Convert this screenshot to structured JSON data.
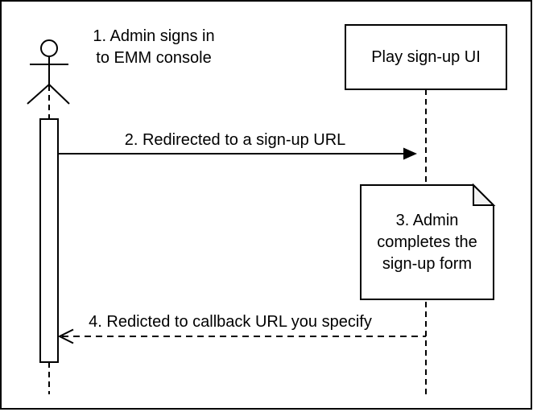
{
  "diagram": {
    "kind": "sequence-diagram",
    "colors": {
      "stroke": "#000000",
      "background": "#ffffff",
      "note_fill": "#ffffff",
      "note_fold_fill": "#f2f2f2"
    },
    "participants": {
      "admin_actor": {
        "shape": "stick-figure",
        "label": ""
      },
      "play_signup_ui": {
        "shape": "rectangle",
        "label": "Play sign-up UI"
      }
    },
    "steps": {
      "step1": {
        "type": "annotation",
        "text": "1. Admin signs in\nto EMM console"
      },
      "step2": {
        "type": "solid-arrow-message",
        "text": "2. Redirected to a sign-up URL"
      },
      "step3": {
        "type": "note",
        "text": "3. Admin\ncompletes the\nsign-up form"
      },
      "step4": {
        "type": "dashed-return-message",
        "text": "4. Redicted to callback URL you specify"
      }
    }
  }
}
